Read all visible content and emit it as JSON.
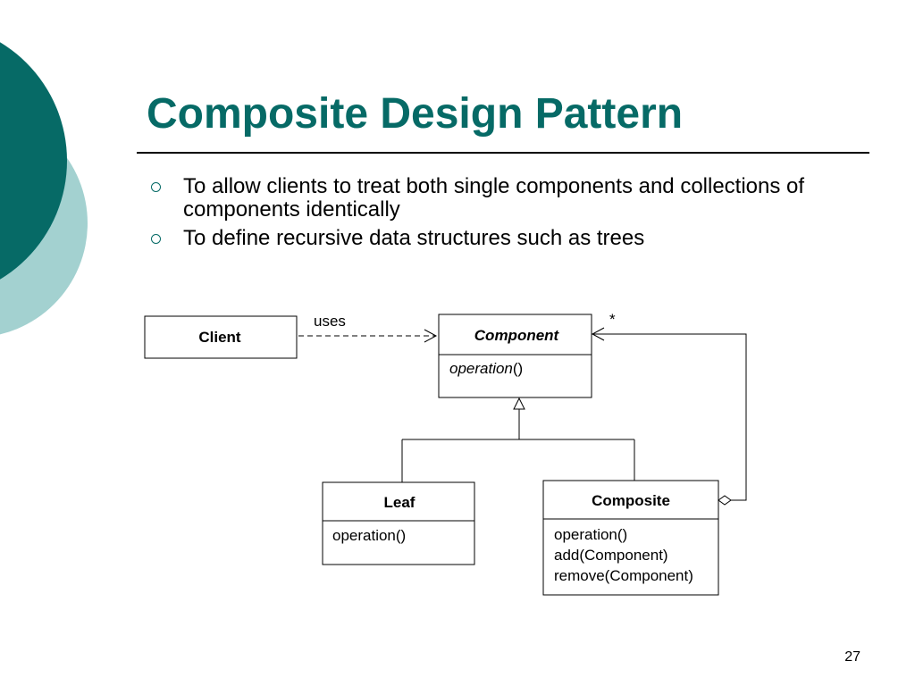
{
  "slide": {
    "title": "Composite Design Pattern",
    "page_number": "27"
  },
  "bullets": [
    "To allow clients to treat both single components and collections of components identically",
    "To define recursive data structures such as trees"
  ],
  "diagram": {
    "classes": {
      "client": {
        "name": "Client"
      },
      "component": {
        "name": "Component",
        "operation": "operation",
        "operation_suffix": "()"
      },
      "leaf": {
        "name": "Leaf",
        "methods": [
          "operation()"
        ]
      },
      "composite": {
        "name": "Composite",
        "methods": [
          "operation()",
          "add(Component)",
          "remove(Component)"
        ]
      }
    },
    "relations": {
      "uses_label": "uses",
      "multiplicity": "*"
    }
  },
  "colors": {
    "accent": "#066a66",
    "accent_light": "#a3d1d0",
    "text": "#000000"
  }
}
